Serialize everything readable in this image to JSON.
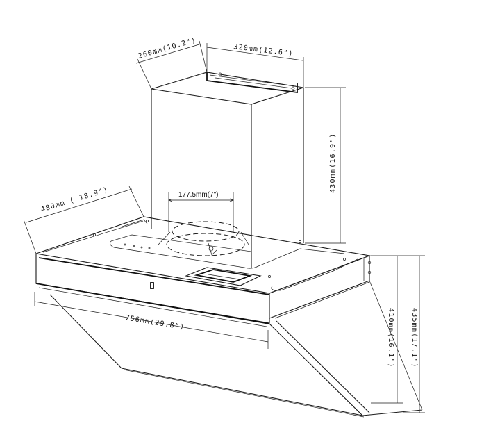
{
  "dimensions": {
    "chimney_depth": "260mm(10.2\")",
    "chimney_width": "320mm(12.6\")",
    "chimney_height": "430mm(16.9\")",
    "outlet_diameter": "177.5mm(7\")",
    "hood_depth": "480mm ( 18.9\")",
    "hood_width": "756mm(29.8\")",
    "hood_height_total": "435mm(17.1\")",
    "hood_height_body": "410mm(16.1\")"
  }
}
